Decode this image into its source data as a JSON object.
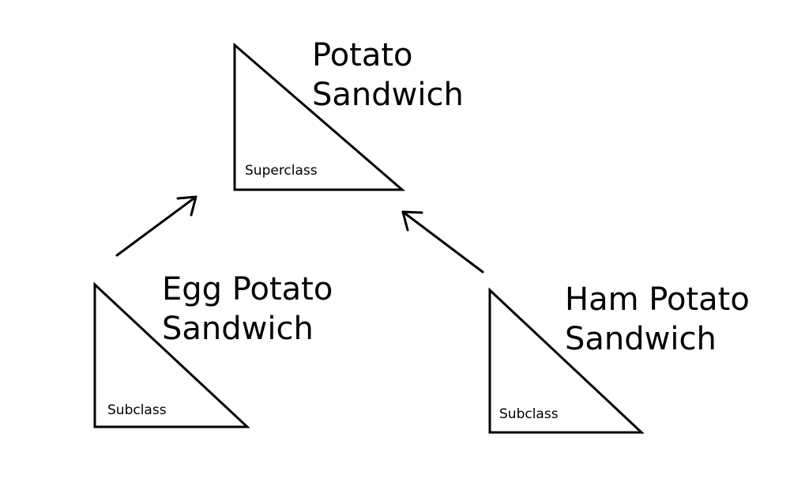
{
  "superclass": {
    "title_line1": "Potato",
    "title_line2": "Sandwich",
    "role": "Superclass"
  },
  "subclass_egg": {
    "title_line1": "Egg Potato",
    "title_line2": "Sandwich",
    "role": "Subclass"
  },
  "subclass_ham": {
    "title_line1": "Ham Potato",
    "title_line2": "Sandwich",
    "role": "Subclass"
  },
  "colors": {
    "ink": "#000000",
    "background": "#ffffff"
  }
}
